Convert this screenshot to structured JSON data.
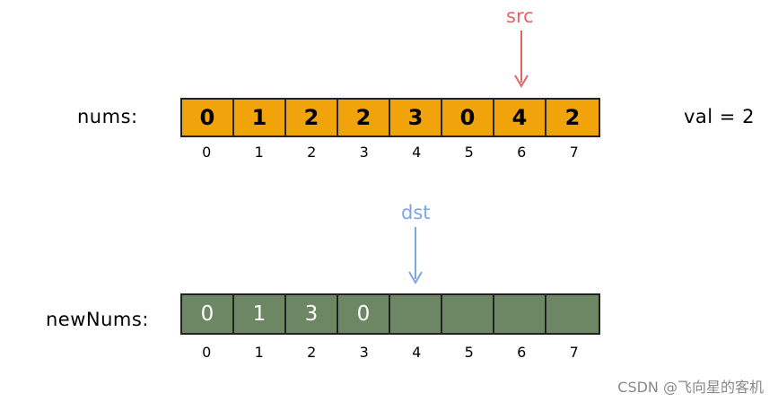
{
  "nums": {
    "label": "nums:",
    "values": [
      "0",
      "1",
      "2",
      "2",
      "3",
      "0",
      "4",
      "2"
    ],
    "indices": [
      "0",
      "1",
      "2",
      "3",
      "4",
      "5",
      "6",
      "7"
    ]
  },
  "newNums": {
    "label": "newNums:",
    "values": [
      "0",
      "1",
      "3",
      "0",
      "",
      "",
      "",
      ""
    ],
    "indices": [
      "0",
      "1",
      "2",
      "3",
      "4",
      "5",
      "6",
      "7"
    ]
  },
  "val_label": "val = 2",
  "pointers": {
    "src": {
      "label": "src",
      "color": "#e06666",
      "index": 6
    },
    "dst": {
      "label": "dst",
      "color": "#7ea6e0",
      "index": 4
    }
  },
  "colors": {
    "nums_fill": "#f0a30a",
    "newnums_fill": "#6d8764"
  },
  "watermark": "CSDN @飞向星的客机"
}
